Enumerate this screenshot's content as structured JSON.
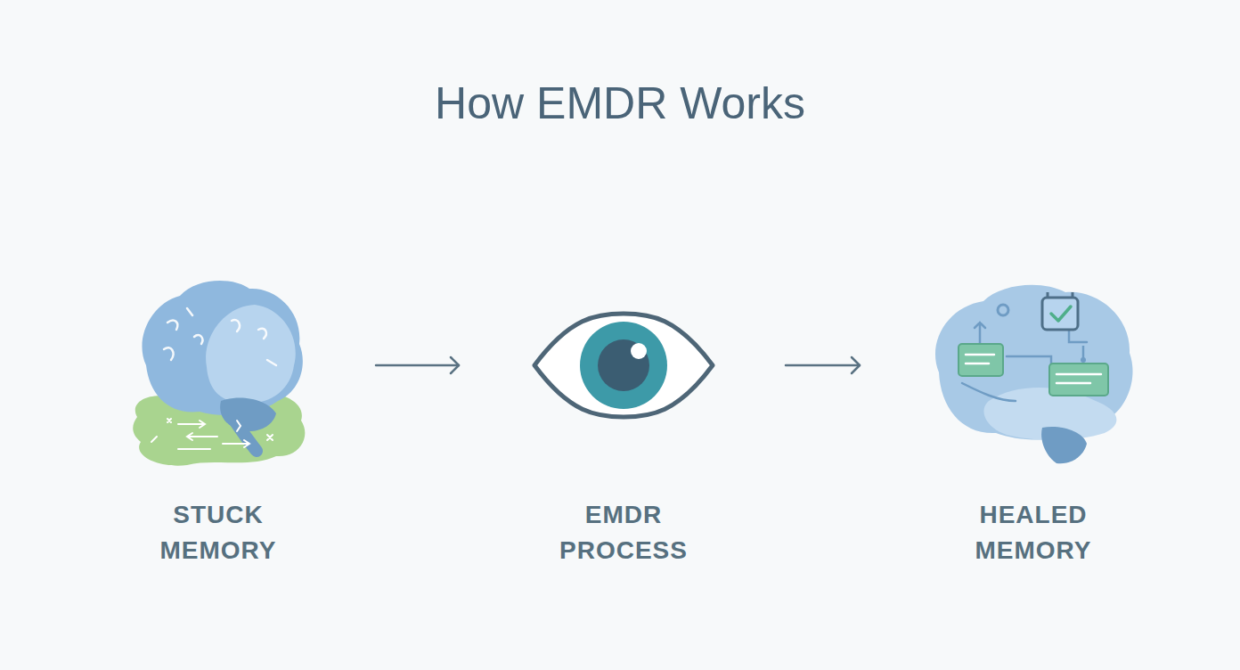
{
  "diagram": {
    "title": "How EMDR Works",
    "nodes": [
      {
        "text": [
          "STUCK MEMORY"
        ]
      },
      {
        "text": [
          "EMDR PROCESS"
        ]
      },
      {
        "text": [
          "HEALED MEMORY"
        ]
      }
    ],
    "edges": [
      {
        "from": 0,
        "to": 1,
        "arrow": "to"
      },
      {
        "from": 1,
        "to": 2,
        "arrow": "to"
      }
    ]
  }
}
